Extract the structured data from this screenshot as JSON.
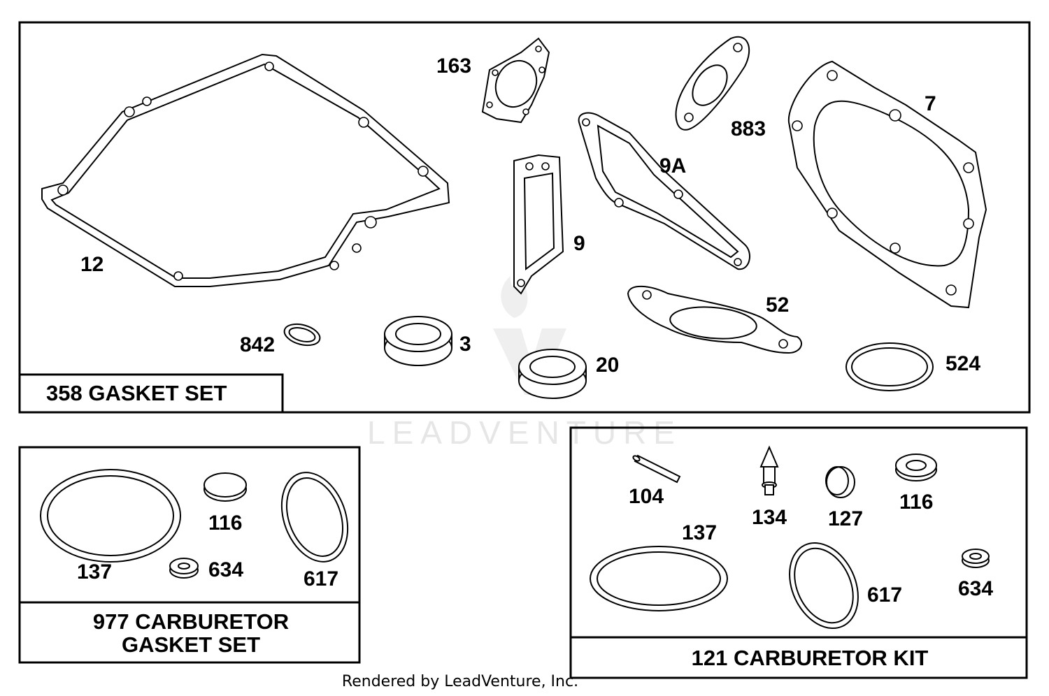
{
  "watermark": {
    "text": "LEADVENTURE"
  },
  "credit": "Rendered by LeadVenture, Inc.",
  "panels": {
    "gasket_set": {
      "title": "358 GASKET SET",
      "labels": {
        "p12": "12",
        "p163": "163",
        "p883": "883",
        "p7": "7",
        "p9A": "9A",
        "p9": "9",
        "p52": "52",
        "p842": "842",
        "p3": "3",
        "p20": "20",
        "p524": "524"
      }
    },
    "carb_gasket_set": {
      "title_line1": "977 CARBURETOR",
      "title_line2": "GASKET SET",
      "labels": {
        "p137": "137",
        "p116": "116",
        "p634": "634",
        "p617": "617"
      }
    },
    "carb_kit": {
      "title": "121 CARBURETOR KIT",
      "labels": {
        "p104": "104",
        "p134": "134",
        "p127": "127",
        "p116": "116",
        "p137": "137",
        "p617": "617",
        "p634": "634"
      }
    }
  }
}
